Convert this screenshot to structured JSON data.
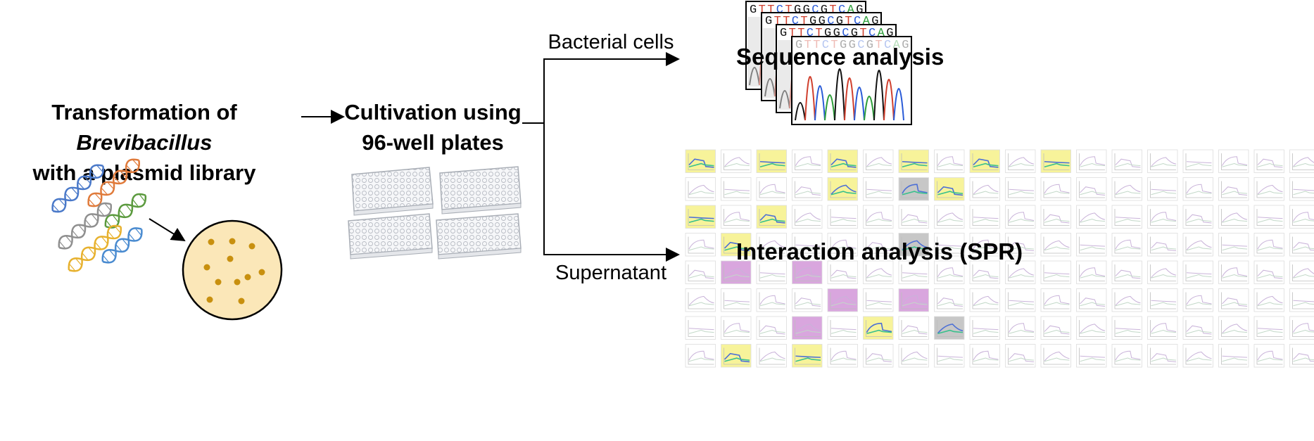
{
  "steps": {
    "transformation": {
      "line1_prefix": "Transformation of ",
      "line1_italic": "Brevibacillus",
      "line2": "with a plasmid library"
    },
    "cultivation": {
      "line1": "Cultivation using",
      "line2": "96-well plates"
    }
  },
  "branches": {
    "top_label": "Bacterial cells",
    "bottom_label": "Supernatant"
  },
  "outputs": {
    "sequence_title": "Sequence analysis",
    "interaction_title": "Interaction analysis (SPR)",
    "sequence_letters": [
      "G",
      "T",
      "T",
      "C",
      "T",
      "G",
      "G",
      "C",
      "G",
      "T",
      "C",
      "A",
      "G"
    ]
  },
  "colors": {
    "A": "#2e9e3a",
    "C": "#2a5bd7",
    "G": "#111111",
    "T": "#d0402e",
    "plate_fill": "#fbe7b8",
    "colony": "#c8900f",
    "highlight_yellow": "#f7f39a",
    "highlight_purple": "#d9a6de",
    "highlight_gray": "#c7c7c7"
  }
}
